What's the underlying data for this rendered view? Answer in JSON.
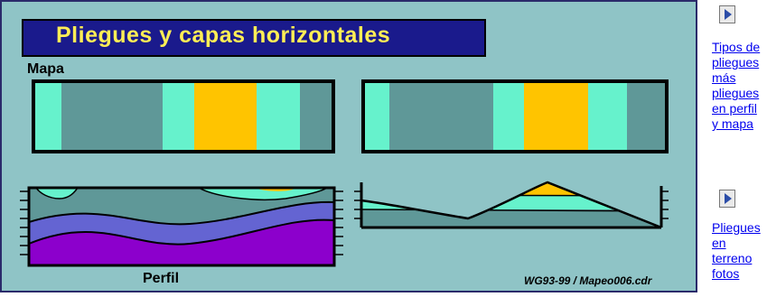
{
  "figure": {
    "title": "Pliegues y capas horizontales",
    "map_label": "Mapa",
    "profile_label": "Perfil",
    "credit": "WG93-99 / Mapeo006.cdr"
  },
  "colors": {
    "background": "#8fc4c6",
    "title_bg": "#1a1a8c",
    "title_text": "#ffee55",
    "teal_light": "#66f2cc",
    "gray_teal": "#5f9898",
    "orange": "#ffc400",
    "blue": "#6464d2",
    "purple": "#8c00cc",
    "link": "#0000ee"
  },
  "map_left_bands": [
    {
      "color": "#66f2cc",
      "flex": 28
    },
    {
      "color": "#5f9898",
      "flex": 108
    },
    {
      "color": "#66f2cc",
      "flex": 34
    },
    {
      "color": "#ffc400",
      "flex": 66
    },
    {
      "color": "#66f2cc",
      "flex": 46
    },
    {
      "color": "#5f9898",
      "flex": 34
    }
  ],
  "map_right_bands": [
    {
      "color": "#66f2cc",
      "flex": 26
    },
    {
      "color": "#5f9898",
      "flex": 108
    },
    {
      "color": "#66f2cc",
      "flex": 32
    },
    {
      "color": "#ffc400",
      "flex": 68
    },
    {
      "color": "#66f2cc",
      "flex": 40
    },
    {
      "color": "#5f9898",
      "flex": 40
    }
  ],
  "sidebar": {
    "link1": "Tipos de\npliegues\nmás\npliegues\nen perfil\ny mapa",
    "link2": "Pliegues\nen\nterreno\nfotos",
    "arrow_icon": "right-arrow-icon"
  }
}
